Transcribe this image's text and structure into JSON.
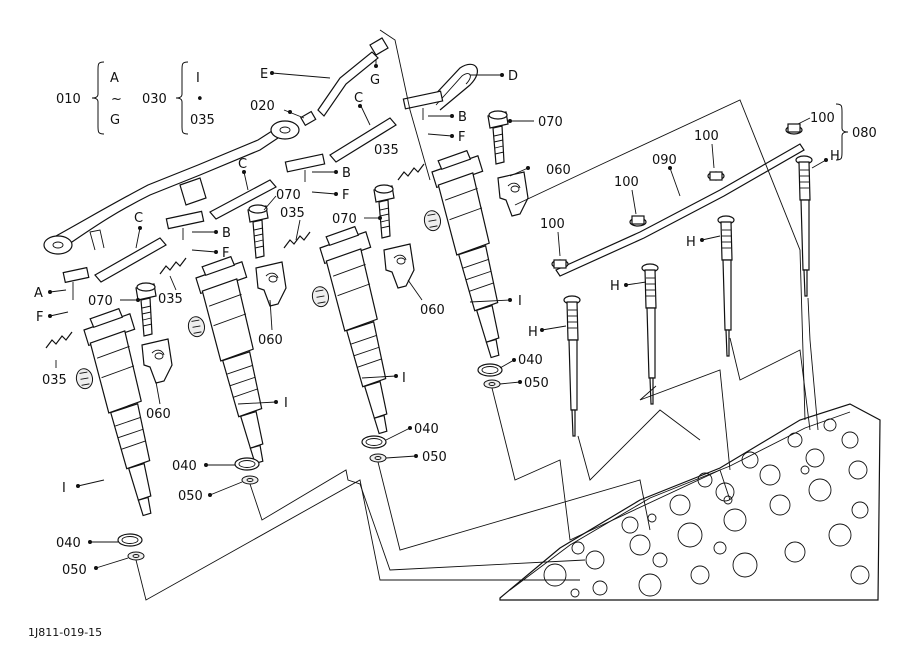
{
  "drawing_code": "1J811-019-15",
  "groups": {
    "g010": {
      "ref": "010",
      "top": "A",
      "mid": "~",
      "bottom": "G"
    },
    "g030": {
      "ref": "030",
      "top": "I",
      "mid": "•",
      "bottom": "035"
    },
    "g080": {
      "ref": "080"
    }
  },
  "callouts": {
    "A": "A",
    "B": "B",
    "C": "C",
    "D": "D",
    "E": "E",
    "F": "F",
    "G": "G",
    "H": "H",
    "I": "I",
    "p020": "020",
    "p035": "035",
    "p040": "040",
    "p050": "050",
    "p060": "060",
    "p070": "070",
    "p090": "090",
    "p100": "100"
  }
}
